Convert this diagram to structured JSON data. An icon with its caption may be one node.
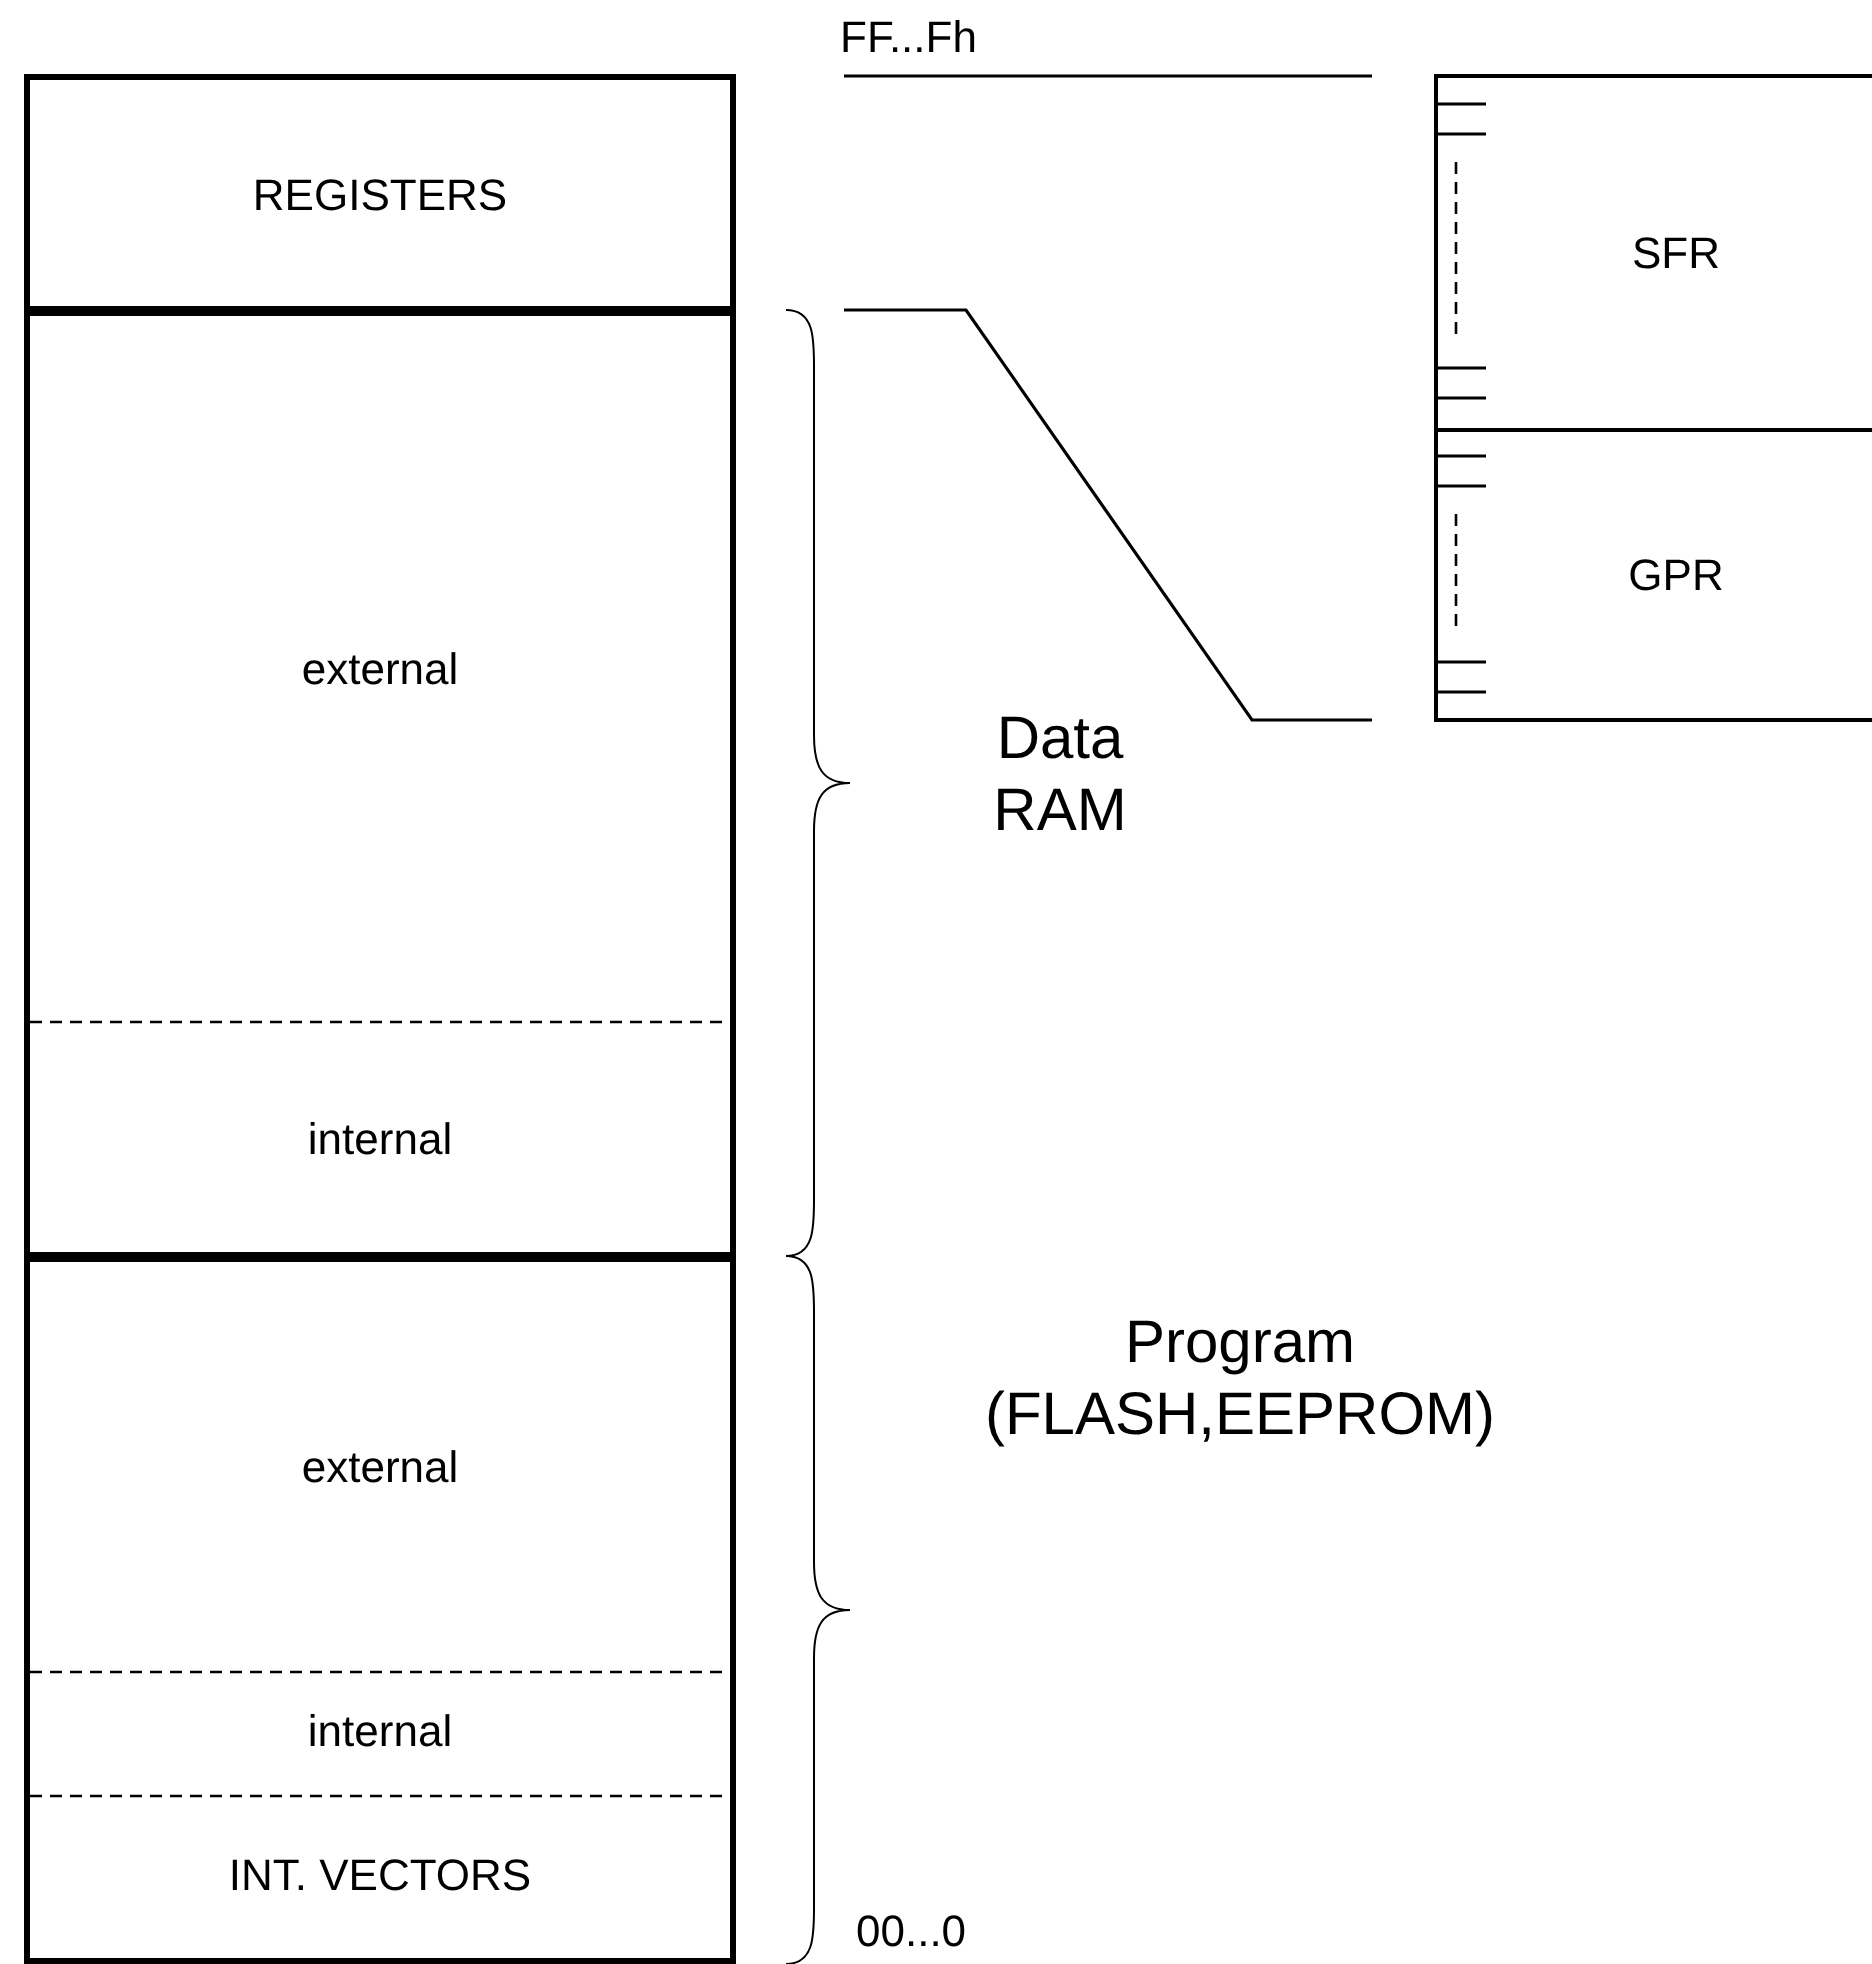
{
  "diagram": {
    "nodes": [
      {
        "text": [
          "REGISTERS"
        ]
      },
      {
        "text": [
          "external"
        ]
      },
      {
        "text": [
          "internal"
        ]
      },
      {
        "text": [
          "external"
        ]
      },
      {
        "text": [
          "internal"
        ]
      },
      {
        "text": [
          "INT. VECTORS"
        ]
      },
      {
        "text": [
          "SFR"
        ]
      },
      {
        "text": [
          "GPR"
        ]
      }
    ],
    "labels": [
      "FF...Fh",
      "Data RAM",
      "Program (FLASH,EEPROM)",
      "00...0"
    ]
  }
}
